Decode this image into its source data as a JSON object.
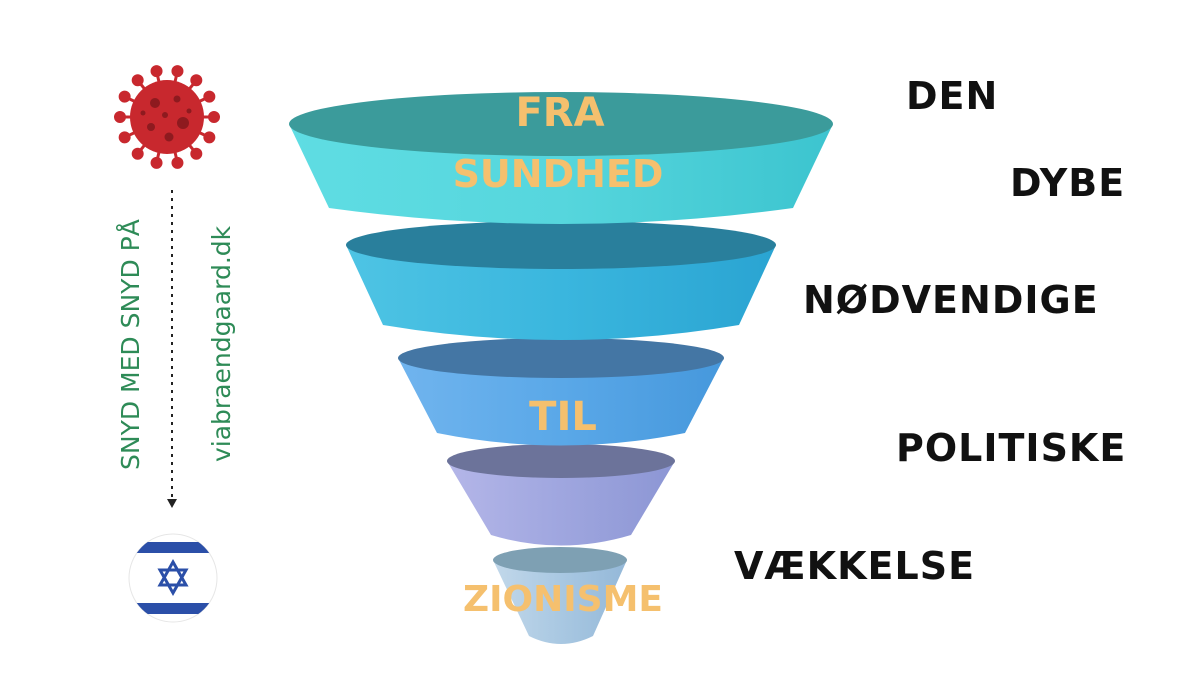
{
  "funnel": {
    "labels": [
      "FRA",
      "SUNDHED",
      "TIL",
      "ZIONISME"
    ],
    "label_color": "#f5c06e",
    "layer_colors": [
      "#4fd3da",
      "#3ab3de",
      "#5aa6e8",
      "#9fa8e0",
      "#a9c8e0"
    ]
  },
  "stages": [
    "DEN",
    "DYBE",
    "NØDVENDIGE",
    "POLITISKE",
    "VÆKKELSE"
  ],
  "sidebar": {
    "text_left": "SNYD MED SNYD PÅ",
    "text_right": "viabraendgaard.dk",
    "text_color": "#2e8b57",
    "virus_color": "#c8282e",
    "flag_blue": "#2b4fa8"
  }
}
